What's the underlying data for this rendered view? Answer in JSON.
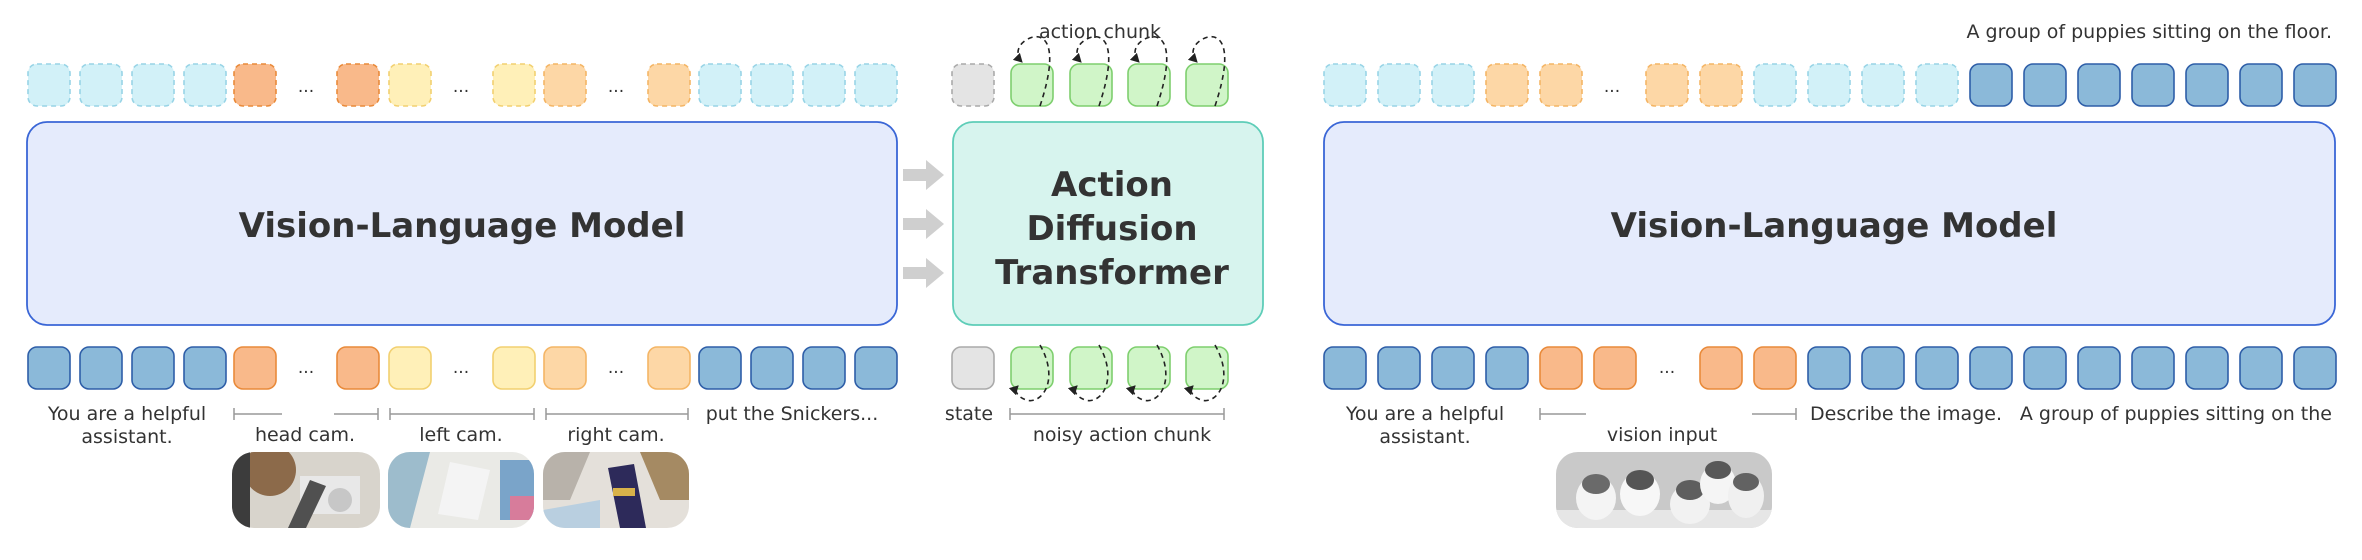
{
  "colors": {
    "token_blue_fill": "#8bb9d9",
    "token_blue_stroke": "#2e5ea8",
    "token_orange_fill": "#f9b98a",
    "token_orange_stroke": "#e98a3a",
    "token_yellow_fill": "#fff0b8",
    "token_yellow_stroke": "#f2d070",
    "token_peach_fill": "#fdd7a6",
    "token_peach_stroke": "#f4b565",
    "token_cyan_fill": "#d2f1f8",
    "token_cyan_stroke": "#98d4e6",
    "token_gray_fill": "#e4e4e4",
    "token_gray_stroke": "#aaaaaa",
    "token_green_fill": "#d0f5c8",
    "token_green_stroke": "#7ecf6e",
    "vlm_fill": "#e5ebfc",
    "vlm_stroke": "#3a66d6",
    "adt_fill": "#d7f4ee",
    "adt_stroke": "#5ecdb8",
    "arrow_gray": "#cfcfcf",
    "text_dark": "#333333"
  },
  "left": {
    "vlm_label": "Vision-Language Model",
    "dots": "...",
    "input_labels": {
      "system_prompt": [
        "You are a helpful",
        "assistant."
      ],
      "head_cam": "head cam.",
      "left_cam": "left cam.",
      "right_cam": "right cam.",
      "instruction": "put the Snickers..."
    },
    "images": {
      "head_cam": "robot head camera view",
      "left_cam": "robot left wrist camera view",
      "right_cam": "robot right wrist camera view with Snickers bar"
    }
  },
  "adt": {
    "label_lines": [
      "Action",
      "Diffusion",
      "Transformer"
    ],
    "action_chunk_label": "action chunk",
    "noisy_action_chunk_label": "noisy action chunk",
    "state_label": "state"
  },
  "right": {
    "vlm_label": "Vision-Language Model",
    "dots": "...",
    "output_caption": "A group of puppies sitting on the floor.",
    "input_labels": {
      "system_prompt": [
        "You are a helpful",
        "assistant."
      ],
      "vision_input": "vision input",
      "instruction": "Describe the image.",
      "caption": "A group of puppies sitting on the"
    },
    "image": "group of husky puppies"
  }
}
